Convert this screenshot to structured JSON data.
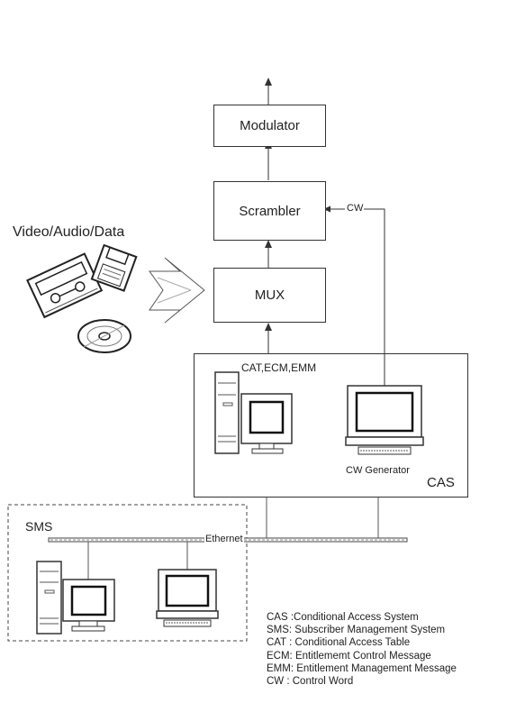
{
  "blocks": {
    "modulator": "Modulator",
    "scrambler": "Scrambler",
    "mux": "MUX"
  },
  "sources_label": "Video/Audio/Data",
  "cas": {
    "label": "CAS",
    "tables_label": "CAT,ECM,EMM",
    "cw_generator_label": "CW Generator"
  },
  "cw_label": "CW",
  "sms": {
    "label": "SMS",
    "network_label": "Ethernet"
  },
  "legend": [
    "CAS :Conditional Access System",
    "SMS: Subscriber Management System",
    "CAT : Conditional Access Table",
    "ECM: Entitlememt Control Message",
    "EMM: Entitlement Management Message",
    "CW : Control Word"
  ]
}
